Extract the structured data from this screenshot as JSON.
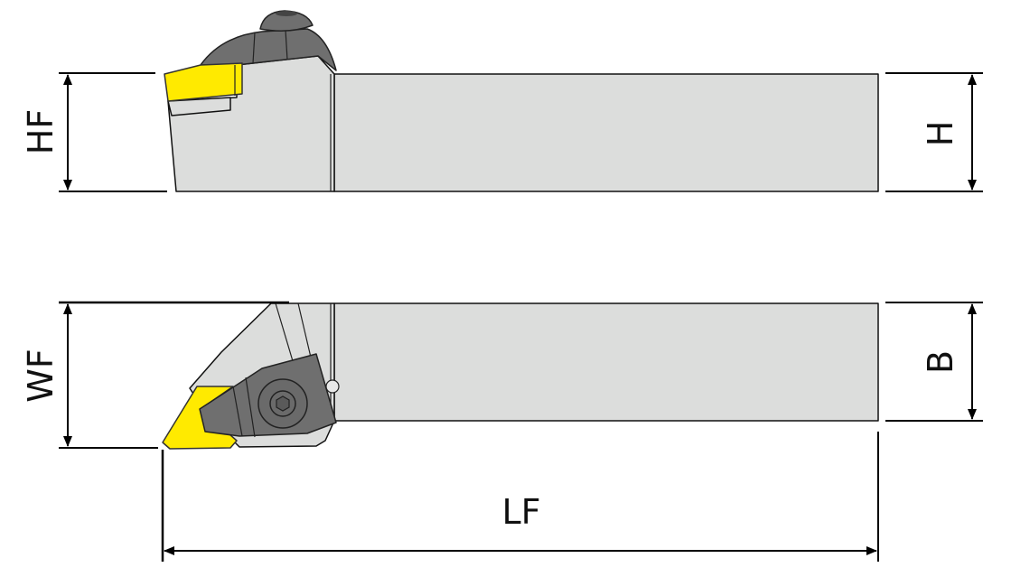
{
  "dimensions": {
    "hf": "HF",
    "h": "H",
    "wf": "WF",
    "b": "B",
    "lf": "LF"
  },
  "colors": {
    "body": "#dcdddc",
    "clamp": "#6f6f6f",
    "insert": "#ffea00"
  }
}
